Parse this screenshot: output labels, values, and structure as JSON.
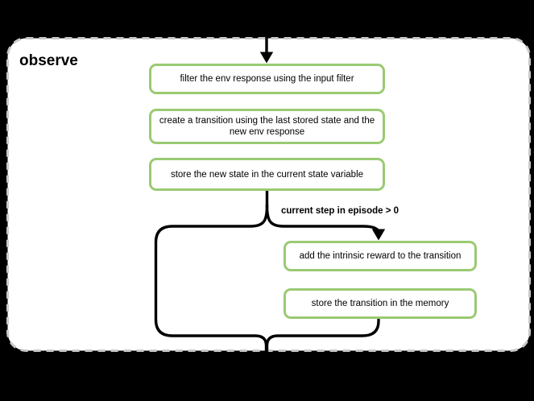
{
  "colors": {
    "background": "#000000",
    "panel_fill": "#ffffff",
    "panel_dashed_border": "#c9c9c9",
    "connector_line": "#000000",
    "step_box_border": "#9aca73",
    "text": "#000000"
  },
  "diagram": {
    "title": "observe",
    "branch_condition": "current step in episode > 0",
    "steps": [
      {
        "label": "filter the env response using the input filter"
      },
      {
        "label": "create a transition using the last stored state and the\nnew env response"
      },
      {
        "label": "store the new state in the current state variable"
      },
      {
        "label": "add the intrinsic reward to the transition"
      },
      {
        "label": "store the transition in the memory"
      }
    ]
  }
}
